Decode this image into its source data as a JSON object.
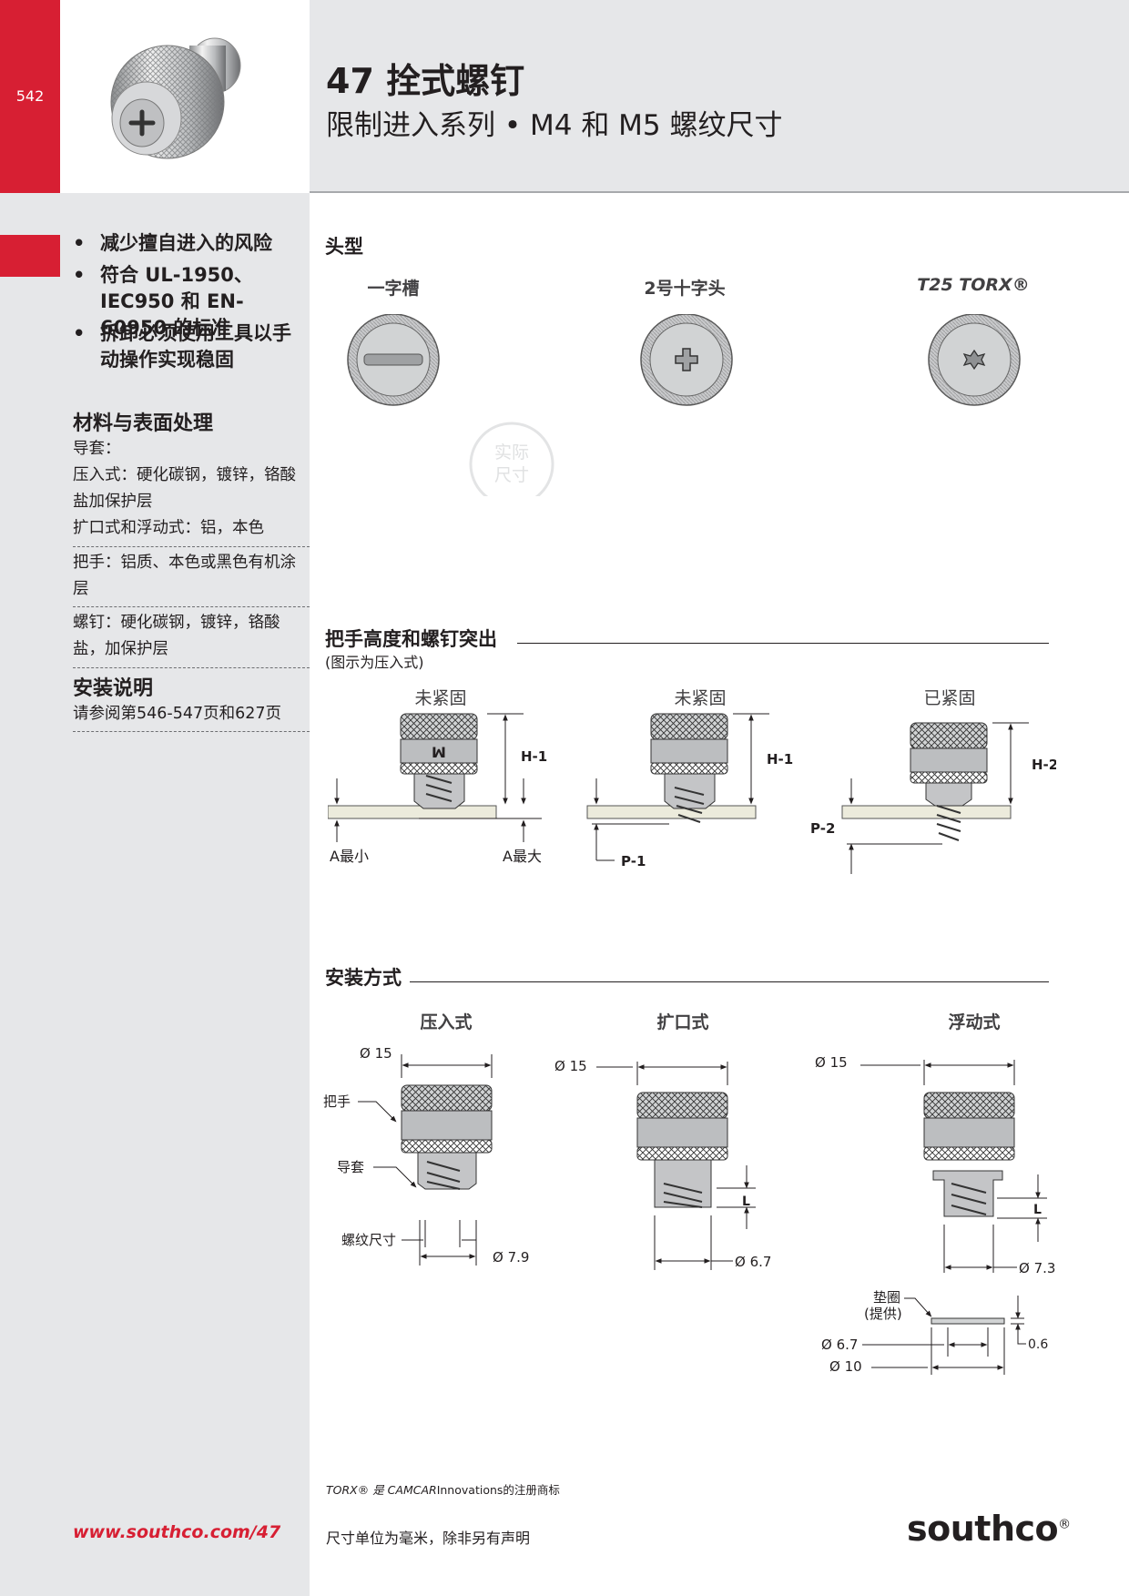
{
  "header": {
    "page_number": "542",
    "title": "47 拴式螺钉",
    "subtitle": "限制进入系列 • M4 和 M5 螺纹尺寸"
  },
  "sidebar": {
    "bullets": [
      "减少擅自进入的风险",
      "符合 UL-1950、IEC950 和 EN-60950 的标准",
      "拆卸必须使用工具以手动操作实现稳固"
    ],
    "materials_heading": "材料与表面处理",
    "materials": {
      "guide_label": "导套：",
      "press_in": "压入式：硬化碳钢，镀锌，铬酸盐加保护层",
      "flare_float": "扩口式和浮动式：铝，本色",
      "handle": "把手：铝质、本色或黑色有机涂层",
      "screw": "螺钉：硬化碳钢，镀锌，铬酸盐，加保护层"
    },
    "install_heading": "安装说明",
    "install_text": "请参阅第546-547页和627页",
    "website": "www.southco.com/47"
  },
  "head_types": {
    "title": "头型",
    "items": [
      "一字槽",
      "2号十字头",
      "T25 TORX®"
    ],
    "stamp": [
      "实际",
      "尺寸"
    ]
  },
  "heights": {
    "title": "把手高度和螺钉突出",
    "note": "(图示为压入式)",
    "states": [
      "未紧固",
      "未紧固",
      "已紧固"
    ],
    "labels": {
      "h1": "H-1",
      "h2": "H-2",
      "a_min": "A最小",
      "a_max": "A最大",
      "p1": "P-1",
      "p2": "P-2"
    }
  },
  "mounting": {
    "title": "安装方式",
    "types": [
      "压入式",
      "扩口式",
      "浮动式"
    ],
    "press": {
      "dia_top": "Ø 15",
      "handle": "把手",
      "guide": "导套",
      "thread": "螺纹尺寸",
      "dia_bottom": "Ø 7.9"
    },
    "flare": {
      "dia_top": "Ø 15",
      "l": "L",
      "dia_bottom": "Ø 6.7"
    },
    "float": {
      "dia_top": "Ø 15",
      "l": "L",
      "dia_bottom": "Ø 7.3",
      "washer": "垫圈",
      "washer_note": "(提供)",
      "washer_inner": "Ø 6.7",
      "washer_outer": "Ø 10",
      "washer_thick": "0.6"
    }
  },
  "footer": {
    "trademark_italic": "TORX® 是 CAMCAR",
    "trademark_rest": "Innovations的注册商标",
    "unit_note": "尺寸单位为毫米，除非另有声明",
    "logo": "southco",
    "logo_mark": "®"
  },
  "colors": {
    "accent_red": "#d71f33",
    "panel_gray": "#e6e7e9"
  }
}
